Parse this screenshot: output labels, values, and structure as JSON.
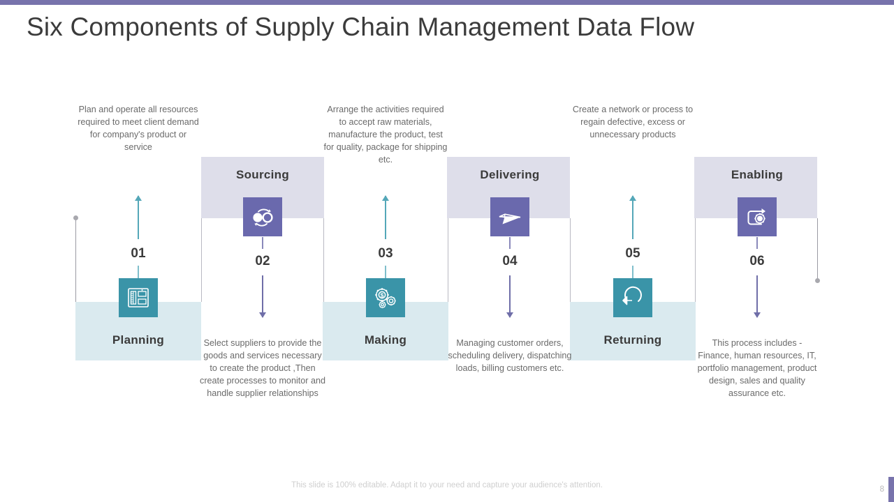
{
  "slide": {
    "title": "Six Components of Supply Chain Management Data Flow",
    "footer_note": "This slide is 100% editable. Adapt it to your need and capture your audience's attention.",
    "page_number": "8"
  },
  "colors": {
    "top_bar": "#7873ac",
    "band_lavender": "#dedeea",
    "band_blue": "#daeaef",
    "tile_teal": "#3a94a8",
    "tile_purple": "#6a69ad",
    "arrow_teal": "#54a7b8",
    "arrow_purple": "#6f6ea8",
    "title_text": "#3b3b3b",
    "body_text": "#6a6a6a",
    "footer_text": "#cfcfcf"
  },
  "components": [
    {
      "number": "01",
      "label": "Planning",
      "description": "Plan and operate all resources required to meet client demand for company's product or service",
      "icon": "blueprint-ruler-icon",
      "accent": "teal",
      "band": "blue",
      "label_position": "bottom",
      "description_position": "top",
      "arrow_direction": "up"
    },
    {
      "number": "02",
      "label": "Sourcing",
      "description": "Select suppliers to provide the goods and services necessary to create the product ,Then create processes to monitor and handle supplier relationships",
      "icon": "supplier-cycle-icon",
      "accent": "purple",
      "band": "lavender",
      "label_position": "top",
      "description_position": "bottom",
      "arrow_direction": "down"
    },
    {
      "number": "03",
      "label": "Making",
      "description": "Arrange the activities required to accept raw materials, manufacture the product, test for quality, package for shipping etc.",
      "icon": "gears-dollar-icon",
      "accent": "teal",
      "band": "blue",
      "label_position": "bottom",
      "description_position": "top",
      "arrow_direction": "up"
    },
    {
      "number": "04",
      "label": "Delivering",
      "description": "Managing customer orders, scheduling delivery, dispatching loads, billing customers etc.",
      "icon": "paper-plane-icon",
      "accent": "purple",
      "band": "lavender",
      "label_position": "top",
      "description_position": "bottom",
      "arrow_direction": "down"
    },
    {
      "number": "05",
      "label": "Returning",
      "description": "Create a network or process to regain defective, excess or unnecessary products",
      "icon": "return-arrow-icon",
      "accent": "teal",
      "band": "blue",
      "label_position": "bottom",
      "description_position": "top",
      "arrow_direction": "up"
    },
    {
      "number": "06",
      "label": "Enabling",
      "description": "This process includes - Finance, human resources, IT, portfolio management, product design, sales and quality assurance etc.",
      "icon": "process-gear-loop-icon",
      "accent": "purple",
      "band": "lavender",
      "label_position": "top",
      "description_position": "bottom",
      "arrow_direction": "down"
    }
  ]
}
